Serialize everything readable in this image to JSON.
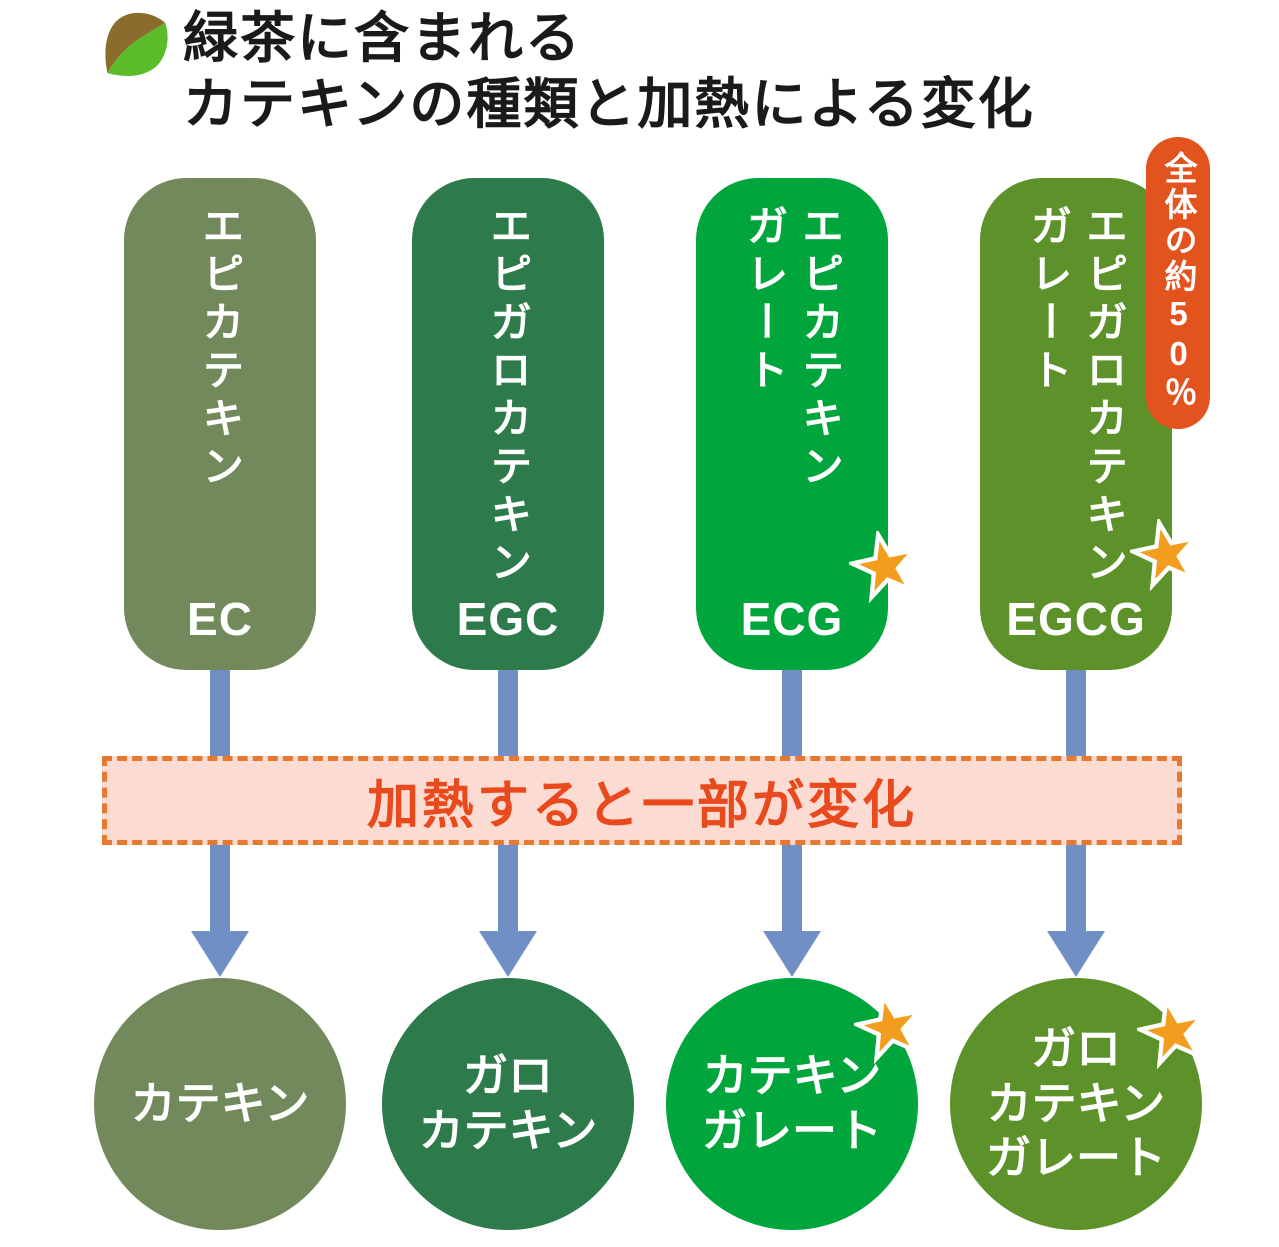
{
  "title": {
    "line1": "緑茶に含まれる",
    "line2": "カテキンの種類と加熱による変化"
  },
  "badge": {
    "label": "全体の約50％"
  },
  "banner": {
    "label": "加熱すると一部が変化"
  },
  "columns": [
    {
      "name_main": "エピカテキン",
      "code": "EC",
      "color": "#72895c",
      "pill_star": false,
      "result_lines": [
        "カテキン"
      ],
      "result_star": false
    },
    {
      "name_main": "エピガロカテキン",
      "code": "EGC",
      "color": "#2d7a4b",
      "pill_star": false,
      "result_lines": [
        "ガロ",
        "カテキン"
      ],
      "result_star": false
    },
    {
      "name_main": "エピカテキン",
      "name_sub": "ガレート",
      "code": "ECG",
      "color": "#00a63c",
      "pill_star": true,
      "result_lines": [
        "カテキン",
        "ガレート"
      ],
      "result_star": true
    },
    {
      "name_main": "エピガロカテキン",
      "name_sub": "ガレート",
      "code": "EGCG",
      "color": "#5d9129",
      "pill_star": true,
      "result_lines": [
        "ガロ",
        "カテキン",
        "ガレート"
      ],
      "result_star": true
    }
  ],
  "icons": {
    "leaf": "leaf-icon",
    "star": "star-icon"
  },
  "colors": {
    "pill_ec": "#72895c",
    "pill_egc": "#2d7a4b",
    "pill_ecg": "#00a63c",
    "pill_egcg": "#5d9129",
    "arrow": "#7090c5",
    "star": "#f29d1e",
    "badge_bg": "#e3531d",
    "banner_bg": "#fcdcd2",
    "banner_border": "#e8772f",
    "banner_text": "#e8491d",
    "title_text": "#1a1a1a",
    "leaf_brown": "#8a6c2c",
    "leaf_green": "#5bbc29"
  }
}
